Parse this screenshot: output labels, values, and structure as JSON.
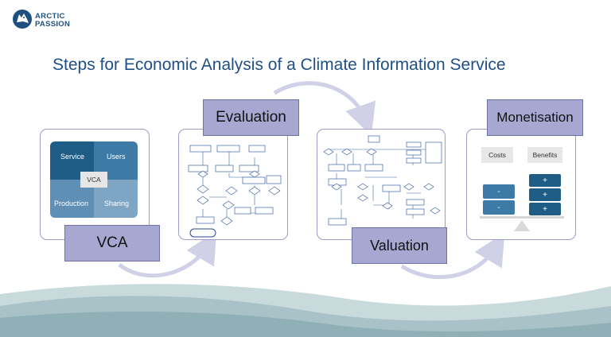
{
  "logo": {
    "line1": "ARCTIC",
    "line2": "PASSION",
    "icon": "wolf-head-icon"
  },
  "title": "Steps for Economic Analysis of a Climate Information Service",
  "vca": {
    "label": "VCA",
    "quadrants": {
      "top_left": "Service",
      "top_right": "Users",
      "bottom_left": "Production",
      "bottom_right": "Sharing",
      "center": "VCA"
    }
  },
  "evaluation": {
    "label": "Evaluation"
  },
  "valuation": {
    "label": "Valuation"
  },
  "monetisation": {
    "label": "Monetisation",
    "costs_label": "Costs",
    "benefits_label": "Benefits",
    "cost_signs": [
      "-",
      "-"
    ],
    "benefit_signs": [
      "+",
      "+",
      "+"
    ]
  },
  "colors": {
    "title": "#1f4f88",
    "label_fill": "#a6a8d2",
    "panel_border": "#9b9cc9",
    "arrow": "#d0d0e6",
    "dark_blue": "#1f5d86",
    "mid_blue": "#3d7aa6",
    "light_blue": "#5f8fb5",
    "wave": "#b9cfd4"
  }
}
